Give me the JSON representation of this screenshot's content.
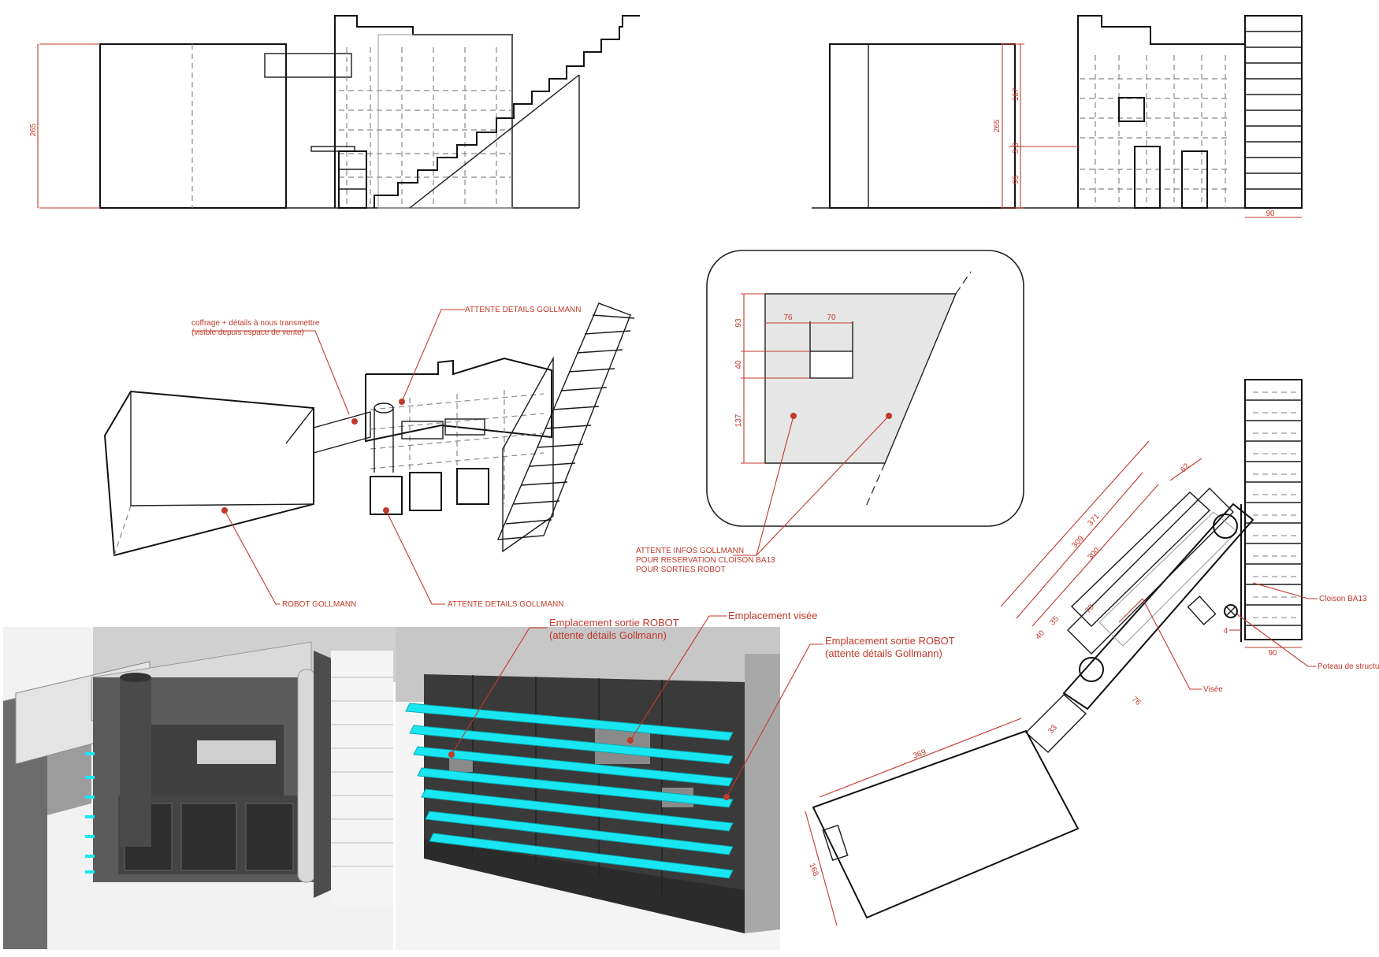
{
  "elevation_left": {
    "dim_height": "265"
  },
  "elevation_right": {
    "dim_total": "265",
    "dim_upper": "167",
    "dim_mid": "3.8",
    "dim_lower": "95",
    "dim_width": "90"
  },
  "detail_box": {
    "dim_93": "93",
    "dim_40": "40",
    "dim_137": "137",
    "dim_76": "76",
    "dim_70": "70"
  },
  "iso_labels": {
    "coffrage": [
      "coffrage + détails à nous transmettre",
      "(visible depuis espace de vente)"
    ],
    "attente_top": "ATTENTE DETAILS GOLLMANN",
    "robot": "ROBOT GOLLMANN",
    "attente_bottom": "ATTENTE DETAILS GOLLMANN",
    "attente_infos": [
      "ATTENTE INFOS GOLLMANN",
      "POUR RESERVATION CLOISON BA13",
      "POUR SORTIES ROBOT"
    ]
  },
  "render_labels": {
    "sortie_left": [
      "Emplacement sortie ROBOT",
      "(attente détails Gollmann)"
    ],
    "visee": "Emplacement visée",
    "sortie_right": [
      "Emplacement sortie ROBOT",
      "(attente détails Gollmann)"
    ]
  },
  "plan": {
    "dims": {
      "d371": "371",
      "d309": "309",
      "d300": "300",
      "d62": "62",
      "d70": "70",
      "d35": "35",
      "d40": "40",
      "d76": "76",
      "d33": "33",
      "d369": "369",
      "d168": "168",
      "d4": "4",
      "d90": "90"
    },
    "labels": {
      "cloison": "Cloison BA13",
      "poteau": "Poteau de structure",
      "visee": "Visée"
    }
  },
  "colors": {
    "annotation": "#c0392b",
    "shelf": "#19e6f0",
    "line": "#1a1a1a",
    "panel": "#3a3a3a"
  }
}
